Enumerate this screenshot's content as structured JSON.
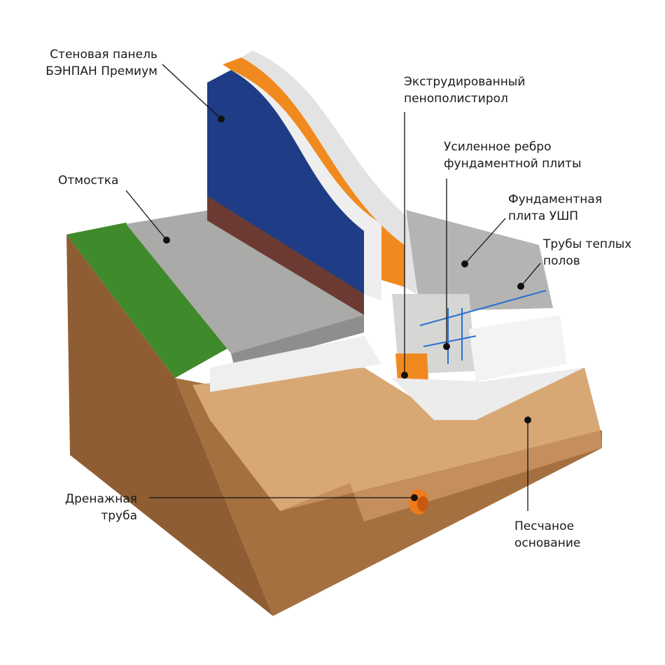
{
  "labels": {
    "wall_panel": [
      "Стеновая панель",
      "БЭНПАН Премиум"
    ],
    "blind_area": [
      "Отмостка"
    ],
    "xps": [
      "Экструдированный",
      "пенополистирол"
    ],
    "rib": [
      "Усиленное ребро",
      "фундаментной плиты"
    ],
    "slab": [
      "Фундаментная",
      "плита УШП"
    ],
    "heating_pipes": [
      "Трубы теплых",
      "полов"
    ],
    "drain_pipe": [
      "Дренажная",
      "труба"
    ],
    "sand_base": [
      "Песчаное",
      "основание"
    ]
  },
  "colors": {
    "soil": "#a5703f",
    "sand": "#d8a874",
    "concrete": "#a9a9a7",
    "wall": "#1f3d86",
    "insulation_orange": "#f08a1e",
    "grass": "#3f8a2a",
    "leader": "#111111"
  }
}
